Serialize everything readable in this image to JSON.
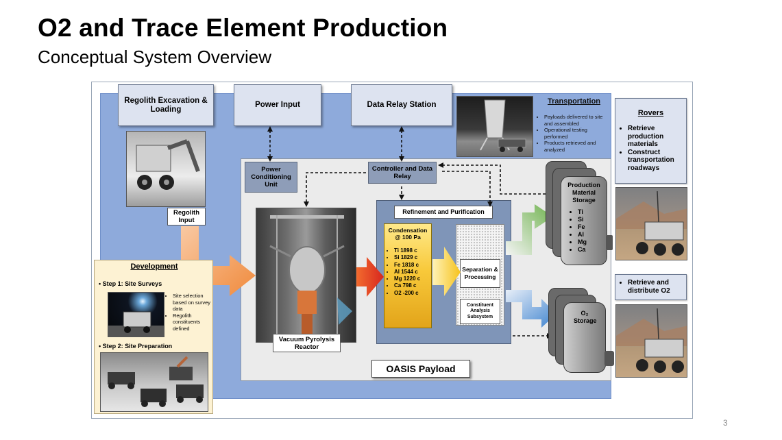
{
  "slide": {
    "title": "O2 and Trace Element Production",
    "subtitle": "Conceptual System Overview",
    "page_number": "3"
  },
  "top_boxes": {
    "regolith": "Regolith Excavation & Loading",
    "power": "Power Input",
    "relay": "Data Relay Station"
  },
  "units": {
    "pcu": "Power Conditioning Unit",
    "controller": "Controller and Data Relay",
    "regolith_input": "Regolith Input",
    "reactor": "Vacuum Pyrolysis Reactor",
    "refinement": "Refinement and Purification",
    "separation": "Separation & Processing",
    "constituent": "Constituent Analysis Subsystem",
    "payload": "OASIS Payload"
  },
  "condensation": {
    "heading": "Condensation @ 100 Pa",
    "items": [
      "Ti 1898 c",
      "Si 1829 c",
      "Fe 1818 c",
      "Al 1544 c",
      "Mg 1220 c",
      "Ca 798 c",
      "O2 -200 c"
    ]
  },
  "storage": {
    "production_heading": "Production Material Storage",
    "production_items": [
      "Ti",
      "Si",
      "Fe",
      "Al",
      "Mg",
      "Ca"
    ],
    "o2_heading": "O₂ Storage"
  },
  "transportation": {
    "heading": "Transportation",
    "items": [
      "Payloads delivered to site and assembled",
      "Operational testing performed",
      "Products retrieved and analyzed"
    ]
  },
  "rovers": {
    "heading": "Rovers",
    "items": [
      "Retrieve production materials",
      "Construct transportation roadways"
    ],
    "distribute": "Retrieve and distribute O2"
  },
  "development": {
    "heading": "Development",
    "step1": "Step 1: Site Surveys",
    "step1_items": [
      "Site selection based on survey data",
      "Regolith constituents defined"
    ],
    "step2": "Step 2: Site Preparation"
  },
  "colors": {
    "blue_bg": "#8eaadb",
    "arrow_orange": "#f4a460",
    "arrow_green": "#8fc67a",
    "arrow_blue": "#5b9bd5",
    "condensation_gold": "#f8c93a"
  }
}
